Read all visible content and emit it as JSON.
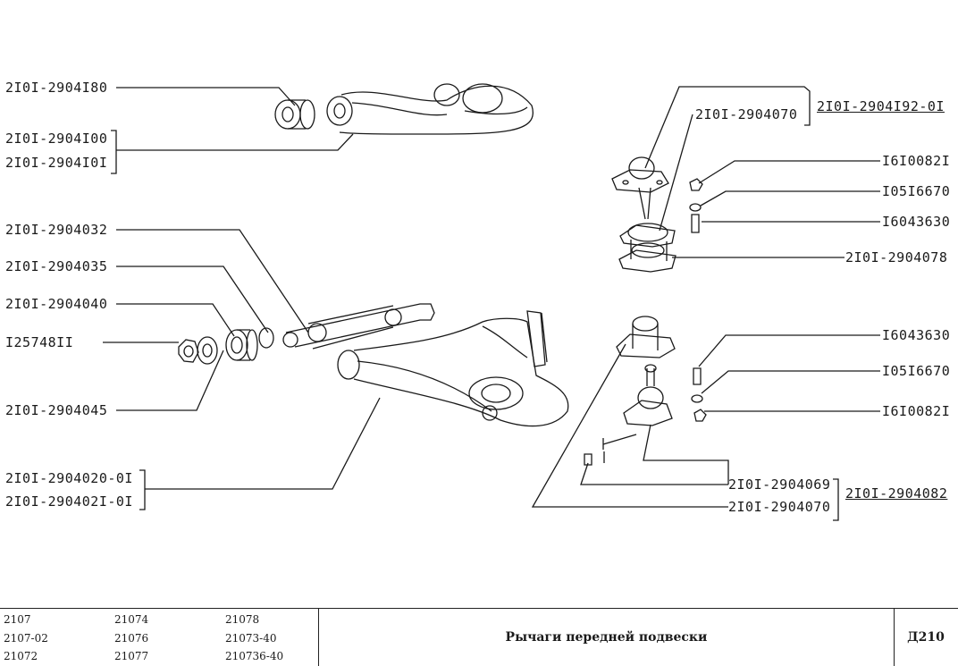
{
  "diagram": {
    "part_labels": {
      "upper_bushing": "2I0I-2904I80",
      "upper_arm_a": "2I0I-2904I00",
      "upper_arm_b": "2I0I-2904I0I",
      "axle_shaft": "2I0I-2904032",
      "washer": "2I0I-2904035",
      "bushing": "2I0I-2904040",
      "nut_left": "I25748II",
      "washer_thrust": "2I0I-2904045",
      "lower_arm_a": "2I0I-2904020-0I",
      "lower_arm_b": "2I0I-290402I-0I",
      "upper_joint_ref": "2I0I-2904070",
      "upper_joint_assy": "2I0I-2904I92-0I",
      "upper_nut": "I6I0082I",
      "upper_washer": "I05I6670",
      "upper_bolt": "I6043630",
      "upper_boot": "2I0I-2904078",
      "lower_bolt": "I6043630",
      "lower_washer": "I05I6670",
      "lower_nut": "I6I0082I",
      "lower_joint_ref_a": "2I0I-2904069",
      "lower_joint_ref_b": "2I0I-2904070",
      "lower_joint_assy": "2I0I-2904082"
    }
  },
  "footer": {
    "models": [
      "2107",
      "21074",
      "21078",
      "2107-02",
      "21076",
      "21073-40",
      "21072",
      "21077",
      "210736-40"
    ],
    "title": "Рычаги передней подвески",
    "code": "Д210"
  },
  "colors": {
    "ink": "#1a1a1a",
    "background": "#ffffff"
  }
}
